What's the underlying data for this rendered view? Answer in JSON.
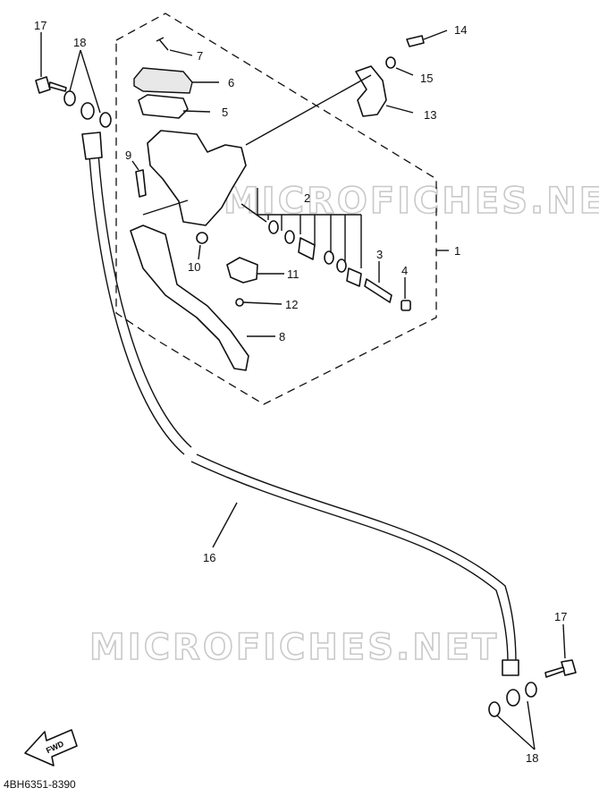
{
  "diagram": {
    "code": "4BH6351-8390",
    "watermark": "MICROFICHES.NET",
    "fwd_label": "FWD",
    "callouts": {
      "c1": "1",
      "c2": "2",
      "c3": "3",
      "c4": "4",
      "c5": "5",
      "c6": "6",
      "c7": "7",
      "c8": "8",
      "c9": "9",
      "c10": "10",
      "c11": "11",
      "c12": "12",
      "c13": "13",
      "c14": "14",
      "c15": "15",
      "c16": "16",
      "c17a": "17",
      "c17b": "17",
      "c18a": "18",
      "c18b": "18"
    }
  }
}
